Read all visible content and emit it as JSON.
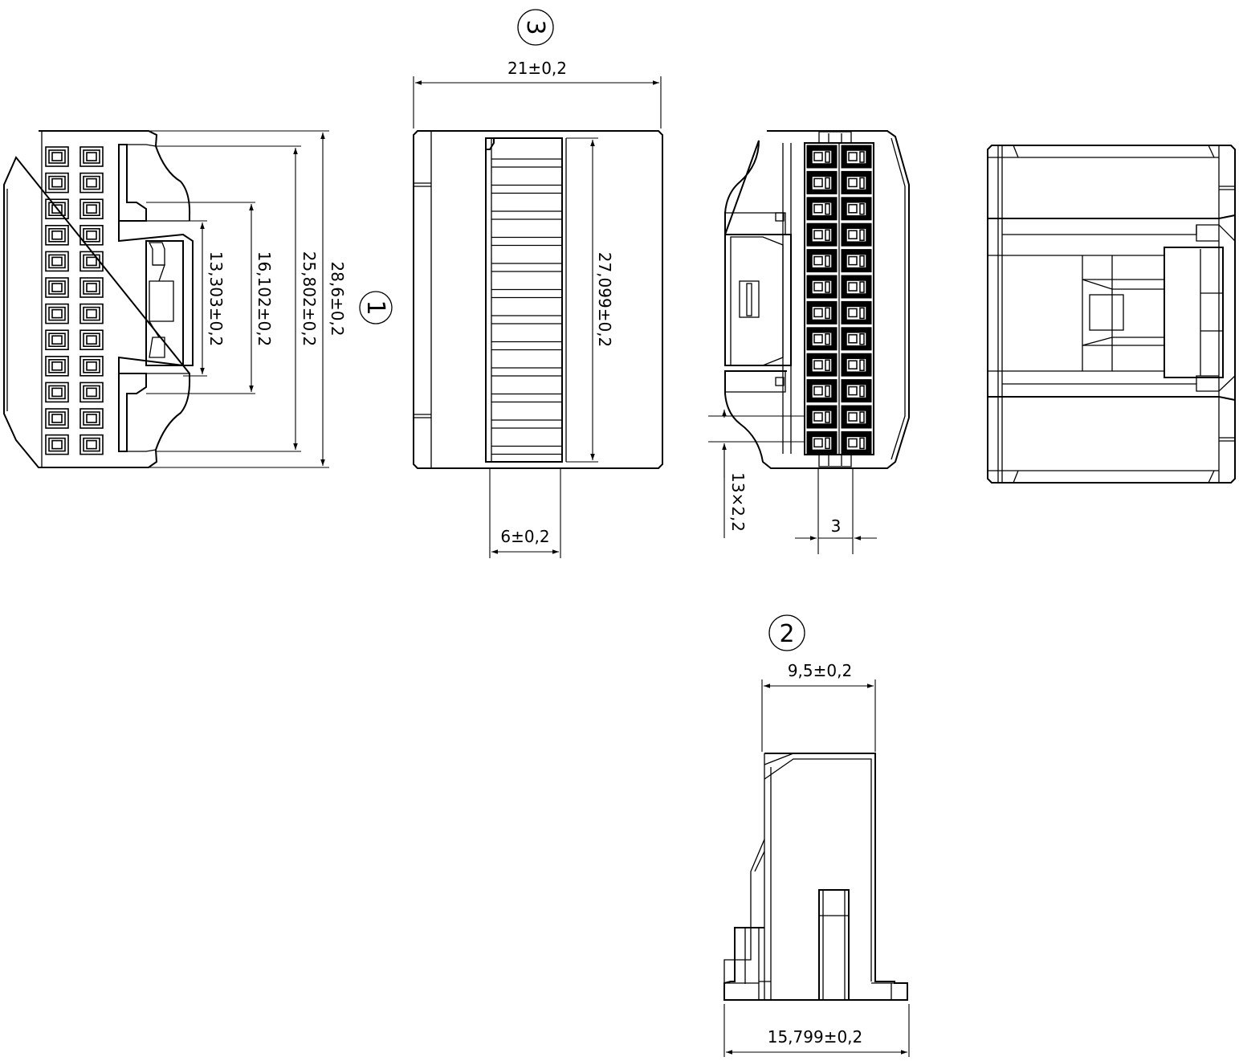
{
  "views": {
    "view1": {
      "label": "1"
    },
    "view2": {
      "label": "2"
    },
    "view3": {
      "label": "3"
    }
  },
  "dimensions": {
    "d_13_303": "13,303±0,2",
    "d_16_102": "16,102±0,2",
    "d_25_802": "25,802±0,2",
    "d_28_6": "28,6±0,2",
    "d_21": "21±0,2",
    "d_27_099": "27,099±0,2",
    "d_6": "6±0,2",
    "d_13x2_2": "13×2,2",
    "d_3": "3",
    "d_9_5": "9,5±0,2",
    "d_15_799": "15,799±0,2"
  }
}
